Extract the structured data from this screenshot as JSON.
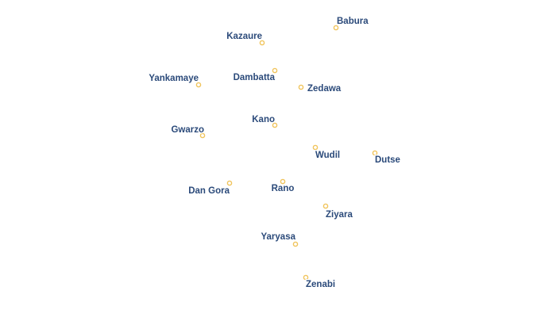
{
  "map": {
    "places": [
      {
        "name": "Babura"
      },
      {
        "name": "Kazaure"
      },
      {
        "name": "Yankamaye"
      },
      {
        "name": "Dambatta"
      },
      {
        "name": "Zedawa"
      },
      {
        "name": "Kano"
      },
      {
        "name": "Gwarzo"
      },
      {
        "name": "Wudil"
      },
      {
        "name": "Dutse"
      },
      {
        "name": "Dan Gora"
      },
      {
        "name": "Rano"
      },
      {
        "name": "Ziyara"
      },
      {
        "name": "Yaryasa"
      },
      {
        "name": "Zenabi"
      }
    ],
    "colors": {
      "label_fill": "#2b4a7a",
      "label_halo": "#ffffff",
      "marker_stroke": "#f0c45c",
      "marker_fill": "#ffffff"
    }
  }
}
